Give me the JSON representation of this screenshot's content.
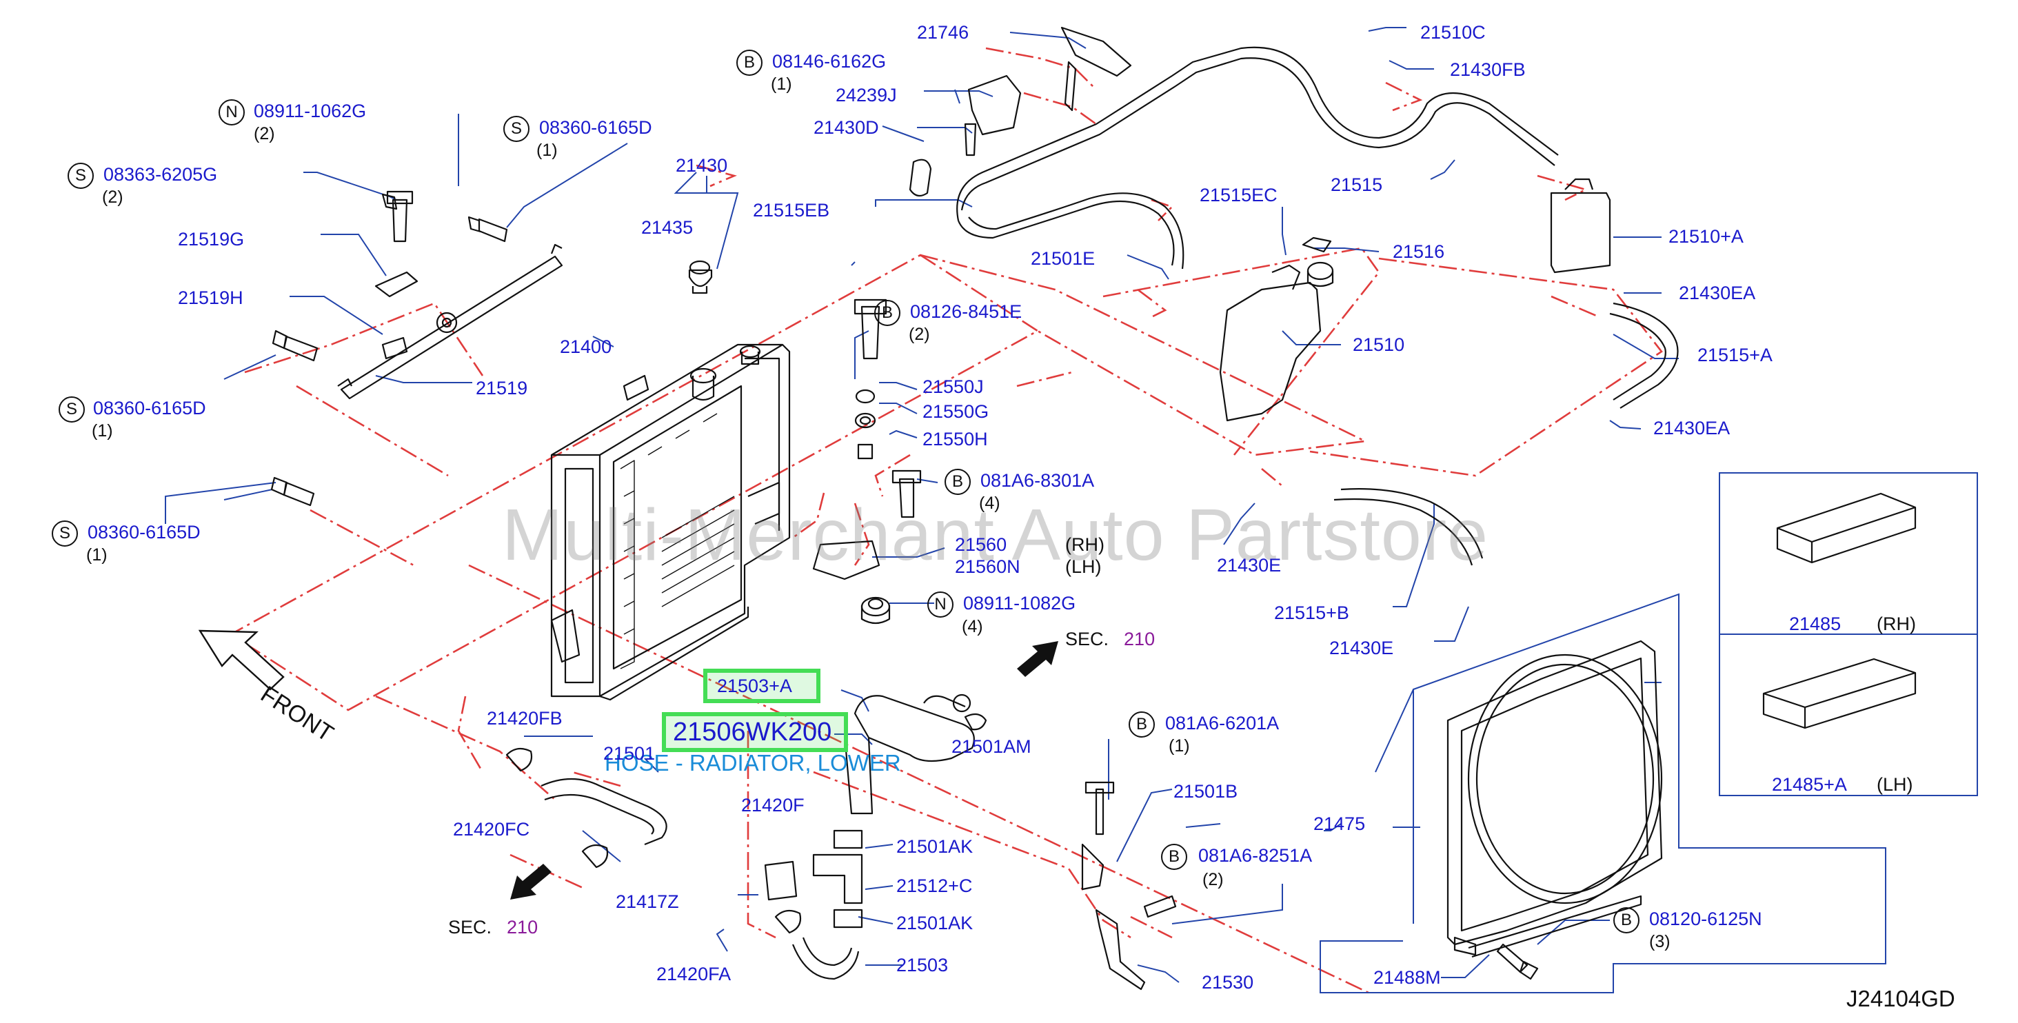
{
  "watermark": "Multi-Merchant Auto Partstore",
  "diagram_code": "J24104GD",
  "front_label": "FRONT",
  "sec_label": "SEC.",
  "sec_number": "210",
  "highlight": {
    "part_a": "21503+A",
    "part_b": "21506WK200",
    "description": "HOSE - RADIATOR, LOWER"
  },
  "callouts": [
    {
      "id": "c01",
      "text": "21746"
    },
    {
      "id": "c02",
      "badge": "B",
      "text": "08146-6162G",
      "qty": "(1)"
    },
    {
      "id": "c03",
      "text": "24239J"
    },
    {
      "id": "c04",
      "text": "21430D"
    },
    {
      "id": "c05",
      "text": "21515EB"
    },
    {
      "id": "c06",
      "badge": "N",
      "text": "08911-1062G",
      "qty": "(2)"
    },
    {
      "id": "c07",
      "badge": "S",
      "text": "08360-6165D",
      "qty": "(1)"
    },
    {
      "id": "c08",
      "text": "21430"
    },
    {
      "id": "c09",
      "badge": "S",
      "text": "08363-6205G",
      "qty": "(2)"
    },
    {
      "id": "c10",
      "text": "21435"
    },
    {
      "id": "c11",
      "text": "21519G"
    },
    {
      "id": "c12",
      "text": "21519H"
    },
    {
      "id": "c13",
      "text": "21400"
    },
    {
      "id": "c14",
      "text": "21519"
    },
    {
      "id": "c15",
      "badge": "S",
      "text": "08360-6165D",
      "qty": "(1)"
    },
    {
      "id": "c16",
      "badge": "S",
      "text": "08360-6165D",
      "qty": "(1)"
    },
    {
      "id": "c17",
      "badge": "B",
      "text": "08126-8451E",
      "qty": "(2)"
    },
    {
      "id": "c18",
      "text": "21550J"
    },
    {
      "id": "c19",
      "text": "21550G"
    },
    {
      "id": "c20",
      "text": "21550H"
    },
    {
      "id": "c21",
      "badge": "B",
      "text": "081A6-8301A",
      "qty": "(4)"
    },
    {
      "id": "c22",
      "text": "21560",
      "side": "(RH)"
    },
    {
      "id": "c23",
      "text": "21560N",
      "side": "(LH)"
    },
    {
      "id": "c24",
      "badge": "N",
      "text": "08911-1082G",
      "qty": "(4)"
    },
    {
      "id": "c25",
      "text": "21510C"
    },
    {
      "id": "c26",
      "text": "21430FB"
    },
    {
      "id": "c27",
      "text": "21515"
    },
    {
      "id": "c28",
      "text": "21510+A"
    },
    {
      "id": "c29",
      "text": "21515EC"
    },
    {
      "id": "c30",
      "text": "21516"
    },
    {
      "id": "c31",
      "text": "21501E"
    },
    {
      "id": "c32",
      "text": "21430EA"
    },
    {
      "id": "c33",
      "text": "21510"
    },
    {
      "id": "c34",
      "text": "21515+A"
    },
    {
      "id": "c35",
      "text": "21430EA"
    },
    {
      "id": "c36",
      "text": "21430E"
    },
    {
      "id": "c37",
      "text": "21515+B"
    },
    {
      "id": "c38",
      "text": "21430E"
    },
    {
      "id": "c39",
      "text": "21485",
      "side": "(RH)"
    },
    {
      "id": "c40",
      "text": "21485+A",
      "side": "(LH)"
    },
    {
      "id": "c41",
      "text": "21420FB"
    },
    {
      "id": "c42",
      "text": "21501"
    },
    {
      "id": "c43",
      "text": "21501AM"
    },
    {
      "id": "c44",
      "badge": "B",
      "text": "081A6-6201A",
      "qty": "(1)"
    },
    {
      "id": "c45",
      "text": "21501B"
    },
    {
      "id": "c46",
      "text": "21420F"
    },
    {
      "id": "c47",
      "text": "21420FC"
    },
    {
      "id": "c48",
      "text": "21501AK"
    },
    {
      "id": "c49",
      "text": "21417Z"
    },
    {
      "id": "c50",
      "text": "21512+C"
    },
    {
      "id": "c51",
      "text": "21501AK"
    },
    {
      "id": "c52",
      "text": "21503"
    },
    {
      "id": "c53",
      "text": "21420FA"
    },
    {
      "id": "c54",
      "badge": "B",
      "text": "081A6-8251A",
      "qty": "(2)"
    },
    {
      "id": "c55",
      "text": "21475"
    },
    {
      "id": "c56",
      "badge": "B",
      "text": "08120-6125N",
      "qty": "(3)"
    },
    {
      "id": "c57",
      "text": "21488M"
    },
    {
      "id": "c58",
      "text": "21530"
    }
  ]
}
